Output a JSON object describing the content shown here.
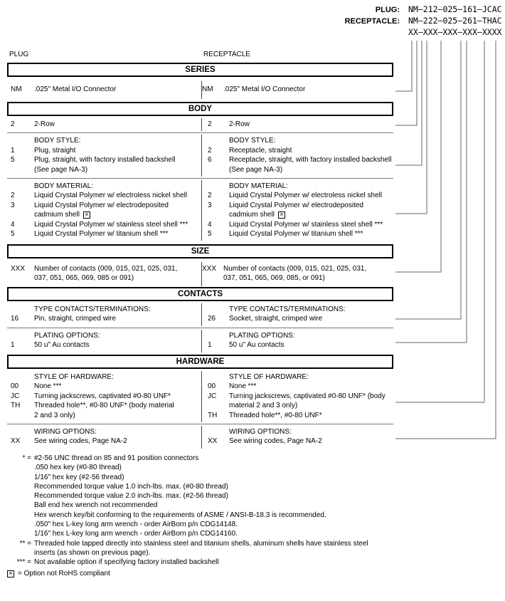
{
  "header": {
    "plug_label": "PLUG:",
    "plug_value": "NM–212–025–161–JCAC",
    "receptacle_label": "RECEPTACLE:",
    "receptacle_value": "NM–222–025–261–THAC",
    "mask_value": "XX–XXX–XXX–XXX–XXXX"
  },
  "columns": {
    "left": "PLUG",
    "right": "RECEPTACLE"
  },
  "sections": {
    "series": {
      "title": "SERIES",
      "left": [
        {
          "c": "NM",
          "t": ".025\" Metal I/O Connector"
        }
      ],
      "right": [
        {
          "c": "NM",
          "t": ".025\" Metal I/O Connector"
        }
      ]
    },
    "body": {
      "title": "BODY",
      "row_left": [
        {
          "c": "2",
          "t": "2-Row"
        }
      ],
      "row_right": [
        {
          "c": "2",
          "t": "2-Row"
        }
      ],
      "style_left": [
        {
          "c": "",
          "t": "BODY STYLE:"
        },
        {
          "c": "1",
          "t": "Plug, straight"
        },
        {
          "c": "5",
          "t": "Plug, straight, with factory installed backshell"
        },
        {
          "c": "",
          "t": "(See page NA-3)"
        }
      ],
      "style_right": [
        {
          "c": "",
          "t": "BODY STYLE:"
        },
        {
          "c": "2",
          "t": "Receptacle, straight"
        },
        {
          "c": "6",
          "t": "Receptacle, straight, with factory installed backshell"
        },
        {
          "c": "",
          "t": "(See page NA-3)"
        }
      ],
      "material_left": [
        {
          "c": "",
          "t": "BODY MATERIAL:"
        },
        {
          "c": "2",
          "t": "Liquid Crystal Polymer w/ electroless nickel shell"
        },
        {
          "c": "3",
          "t": "Liquid Crystal Polymer w/ electrodeposited"
        },
        {
          "c": "",
          "t": "cadmium shell",
          "x": true
        },
        {
          "c": "4",
          "t": "Liquid Crystal Polymer w/ stainless steel shell ***"
        },
        {
          "c": "5",
          "t": "Liquid Crystal Polymer w/ titanium shell ***"
        }
      ],
      "material_right": [
        {
          "c": "",
          "t": "BODY MATERIAL:"
        },
        {
          "c": "2",
          "t": "Liquid Crystal Polymer w/ electroless nickel shell"
        },
        {
          "c": "3",
          "t": "Liquid Crystal Polymer w/ electrodeposited"
        },
        {
          "c": "",
          "t": "cadmium shell",
          "x": true
        },
        {
          "c": "4",
          "t": "Liquid Crystal Polymer w/ stainless steel shell ***"
        },
        {
          "c": "5",
          "t": "Liquid Crystal Polymer w/ titanium shell ***"
        }
      ]
    },
    "size": {
      "title": "SIZE",
      "left": [
        {
          "c": "XXX",
          "t": "Number of contacts (009, 015, 021, 025, 031,"
        },
        {
          "c": "",
          "t": "037, 051, 065, 069, 085 or 091)"
        }
      ],
      "right": [
        {
          "c": "XXX",
          "t": "Number of contacts (009, 015, 021, 025, 031,"
        },
        {
          "c": "",
          "t": "037, 051, 065, 069, 085, or 091)"
        }
      ]
    },
    "contacts": {
      "title": "CONTACTS",
      "type_left": [
        {
          "c": "",
          "t": "TYPE CONTACTS/TERMINATIONS:"
        },
        {
          "c": "16",
          "t": "Pin, straight, crimped wire"
        }
      ],
      "type_right": [
        {
          "c": "",
          "t": "TYPE CONTACTS/TERMINATIONS:"
        },
        {
          "c": "26",
          "t": "Socket, straight, crimped wire"
        }
      ],
      "plating_left": [
        {
          "c": "",
          "t": "PLATING OPTIONS:"
        },
        {
          "c": "1",
          "t": "50 u\" Au contacts"
        }
      ],
      "plating_right": [
        {
          "c": "",
          "t": "PLATING OPTIONS:"
        },
        {
          "c": "1",
          "t": "50 u\" Au contacts"
        }
      ]
    },
    "hardware": {
      "title": "HARDWARE",
      "style_left": [
        {
          "c": "",
          "t": "STYLE OF HARDWARE:"
        },
        {
          "c": "00",
          "t": "None ***"
        },
        {
          "c": "JC",
          "t": "Turning jackscrews, captivated #0-80 UNF*"
        },
        {
          "c": "TH",
          "t": "Threaded hole**, #0-80 UNF* (body material"
        },
        {
          "c": "",
          "t": "2 and 3 only)"
        }
      ],
      "style_right": [
        {
          "c": "",
          "t": "STYLE OF HARDWARE:"
        },
        {
          "c": "00",
          "t": "None ***"
        },
        {
          "c": "JC",
          "t": "Turning jackscrews, captivated #0-80 UNF* (body"
        },
        {
          "c": "",
          "t": "material 2 and 3 only)"
        },
        {
          "c": "TH",
          "t": "Threaded hole**, #0-80 UNF*"
        }
      ],
      "wiring_left": [
        {
          "c": "",
          "t": "WIRING OPTIONS:"
        },
        {
          "c": "XX",
          "t": "See wiring codes, Page NA-2"
        }
      ],
      "wiring_right": [
        {
          "c": "",
          "t": "WIRING OPTIONS:"
        },
        {
          "c": "XX",
          "t": "See wiring codes, Page NA-2"
        }
      ]
    }
  },
  "footnotes": [
    {
      "m": "* =",
      "t": "#2-56 UNC thread on 85 and 91 position connectors"
    },
    {
      "m": "",
      "t": ".050 hex key (#0-80 thread)"
    },
    {
      "m": "",
      "t": "1/16\" hex key (#2-56 thread)"
    },
    {
      "m": "",
      "t": "Recommended torque value 1.0 inch-lbs. max. (#0-80 thread)"
    },
    {
      "m": "",
      "t": "Recommended torque value 2.0 inch-lbs. max. (#2-56 thread)"
    },
    {
      "m": "",
      "t": "Ball end hex wrench not recommended"
    },
    {
      "m": "",
      "t": "Hex wrench key/bit conforming to the requirements of ASME / ANSI-B-18.3 is recommended."
    },
    {
      "m": "",
      "t": ".050\" hex L-key long arm wrench - order AirBorn p/n CDG14148."
    },
    {
      "m": "",
      "t": "1/16\" hex L-key long arm wrench - order AirBorn p/n CDG14160."
    },
    {
      "m": "** =",
      "t": "Threaded hole tapped directly into stainless steel and titanium shells, aluminum shells have stainless steel"
    },
    {
      "m": "",
      "t": "inserts (as shown on previous page)."
    },
    {
      "m": "*** =",
      "t": "Not available option if specifying factory installed backshell"
    }
  ],
  "rohs_note": {
    "text": "= Option not RoHS compliant"
  },
  "icons": {
    "not_rohs": "×"
  },
  "colors": {
    "text": "#000000",
    "connector_line": "#666666",
    "divider": "#777777"
  }
}
